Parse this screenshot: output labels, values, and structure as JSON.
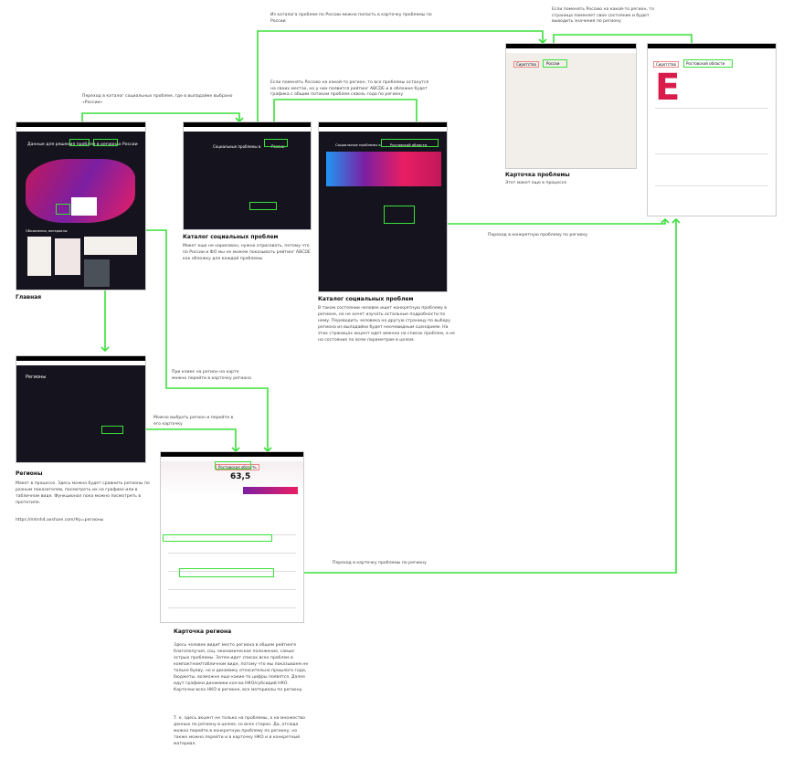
{
  "annotations": {
    "to_catalog": "Переход в каталог социальных проблем, где в выпадайке выбрано «России»",
    "catalog_to_card": "Из каталога проблем по России можно попасть в карточку проблемы по России",
    "change_region_catalog": "Если поменять Россию на какой-то регион, то все проблемы останутся на своих местах, но у них появится рейтинг ABCDE и в обложке будет графика с общим потоком проблем сквозь года по региону",
    "change_region_card": "Если поменять Россию на какой-то регион, то страница поменяет свое состояние и будет выводить значения по региону",
    "to_problem_by_region": "Переход в конкретную проблему по региону",
    "map_click": "При клике на регион на карте можно перейти в карточку региона",
    "choose_region": "Можно выбрать регион и перейти в его карточку",
    "card_to_problem": "Переход в карточку проблемы по региону"
  },
  "screens": {
    "main": {
      "title": "Главная",
      "hero": "Данные для решения проблем в регионах России",
      "section": "Объявления, материалы"
    },
    "catalog_russia": {
      "title": "Каталог социальных проблем",
      "hero": "Социальные проблемы в",
      "select": "России",
      "description": "Макет еще не нарисован, нужно отрисовать, потому что по России и ФО мы не можем показывать рейтинг ABCDE как обложку для каждой проблемы"
    },
    "catalog_region": {
      "title": "Каталог социальных проблем",
      "hero": "Социальные проблемы в",
      "select": "Ростовской области",
      "description": "В таком состоянии человек ищет конкретную проблему в регионе, но не хочет изучать остальные подробности по нему. Переводить человека на другую страницу по выбору региона из выпадайки будет неочевидным сценарием. На этих страницах акцент идет именно на список проблем, а не на состояние по всем параметрам в целом."
    },
    "problem_russia": {
      "title": "Карточка проблемы",
      "problem": "Сиротство",
      "select": "России",
      "description": "Этот макет еще в процессе"
    },
    "problem_region": {
      "problem": "Сиротство",
      "select": "Ростовской области",
      "rating": "E"
    },
    "regions": {
      "title": "Регионы",
      "hero": "Регионы",
      "description": "Макет в процессе. Здесь можно будет сравнить регионы по разным показателям, посмотреть их на графике или в табличном виде. Функционал пока можно посмотреть в прототипе.",
      "link": "https://mlmh4.axshare.com/#p=регионы"
    },
    "region_card": {
      "title": "Карточка региона",
      "region": "Ростовская область",
      "score": "63,5",
      "description1": "Здесь человек видит место региона в общем рейтинге благополучия, соц.-экономическое положение, самые острые проблемы. Затем идет список всех проблем в компактном/табличном виде, потому что мы показываем не только букву, но и динамику относительно прошлого года, бюджеты, возможно еще какие-то цифры появятся. Далее идут графики динамики кол-ва НКО/субсидий НКО. Карточки всех НКО в регионе, все материалы по региону.",
      "description2": "Т. е. здесь акцент не только на проблемы, а на множество данных по региону в целом, со всех сторон. Да, отсюда можно перейти в конкретную проблему по региону, но также можно перейти и в карточку НКО и в конкретный материал."
    }
  },
  "colors": {
    "connector": "#3be03b",
    "accent": "#d81b4a",
    "dark_bg": "#15141e"
  }
}
